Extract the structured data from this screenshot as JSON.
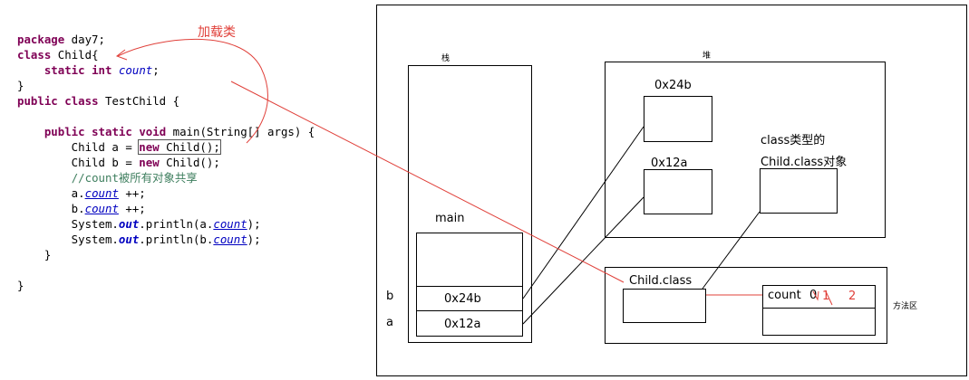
{
  "annotation": {
    "load_class": "加载类"
  },
  "code": {
    "l1_kw": "package",
    "l1_rest": " day7;",
    "l2_kw": "class",
    "l2_rest": " Child{",
    "l3_indent": "    ",
    "l3_kw1": "static",
    "l3_sp": " ",
    "l3_kw2": "int",
    "l3_sp2": " ",
    "l3_field": "count",
    "l3_end": ";",
    "l4": "}",
    "l5_kw1": "public",
    "l5_sp": " ",
    "l5_kw2": "class",
    "l5_rest": " TestChild {",
    "l7_indent": "    ",
    "l7_kw1": "public",
    "l7_sp1": " ",
    "l7_kw2": "static",
    "l7_sp2": " ",
    "l7_kw3": "void",
    "l7_rest": " main(String[] args) {",
    "l8_pre": "        Child a = ",
    "l8_kw": "new",
    "l8_rest": " Child();",
    "l9_pre": "        Child b = ",
    "l9_kw": "new",
    "l9_rest": " Child();",
    "l10_indent": "        ",
    "l10_comment": "//count被所有对象共享",
    "l11_pre": "        a.",
    "l11_field": "count",
    "l11_rest": " ++;",
    "l12_pre": "        b.",
    "l12_field": "count",
    "l12_rest": " ++;",
    "l13_pre": "        System.",
    "l13_out": "out",
    "l13_mid": ".println(a.",
    "l13_field": "count",
    "l13_end": ");",
    "l14_pre": "        System.",
    "l14_out": "out",
    "l14_mid": ".println(b.",
    "l14_field": "count",
    "l14_end": ");",
    "l15": "    }",
    "l17": "}"
  },
  "stack": {
    "title": "栈",
    "frame": "main",
    "var_b": "b",
    "var_a": "a",
    "ref_b": "0x24b",
    "ref_a": "0x12a"
  },
  "heap": {
    "title": "堆",
    "obj1_addr": "0x24b",
    "obj2_addr": "0x12a",
    "class_obj_line1": "class类型的",
    "class_obj_line2": "Child.class对象"
  },
  "method_area": {
    "title": "方法区",
    "class_label": "Child.class",
    "count_label": "count",
    "count_v0": "0",
    "count_v1": "1",
    "count_v2": "2"
  },
  "colors": {
    "annotation_red": "#e0403a",
    "keyword": "#7f0055",
    "field": "#0000c0",
    "comment": "#3f7f5f"
  }
}
